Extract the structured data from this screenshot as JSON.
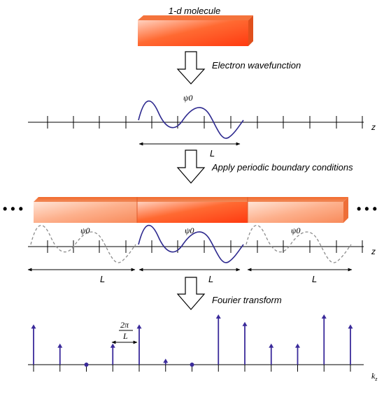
{
  "captions": {
    "molecule": "1-d molecule",
    "step1": "Electron wavefunction",
    "step2": "Apply periodic boundary conditions",
    "step3": "Fourier transform"
  },
  "symbols": {
    "psi0": "ψ0",
    "length": "L",
    "axis_z": "z",
    "axis_kz": "kz",
    "ellipsis": "• • •",
    "two_pi": "2π",
    "over_L": "L"
  },
  "colors": {
    "wave": "#2e2a8f",
    "dashed_wave": "#8c8c8c",
    "spike": "#3a2a9a",
    "bar_center": "#ff5a1f",
    "bar_side": "#fba078"
  },
  "chart_data": {
    "type": "stem",
    "title": "",
    "xlabel": "kz",
    "ylabel": "",
    "spacing": "2π/L",
    "values": [
      0.8,
      0.42,
      0.0,
      0.42,
      0.8,
      0.12,
      0.0,
      1.0,
      0.85,
      0.42,
      0.42,
      1.0,
      0.8
    ]
  }
}
